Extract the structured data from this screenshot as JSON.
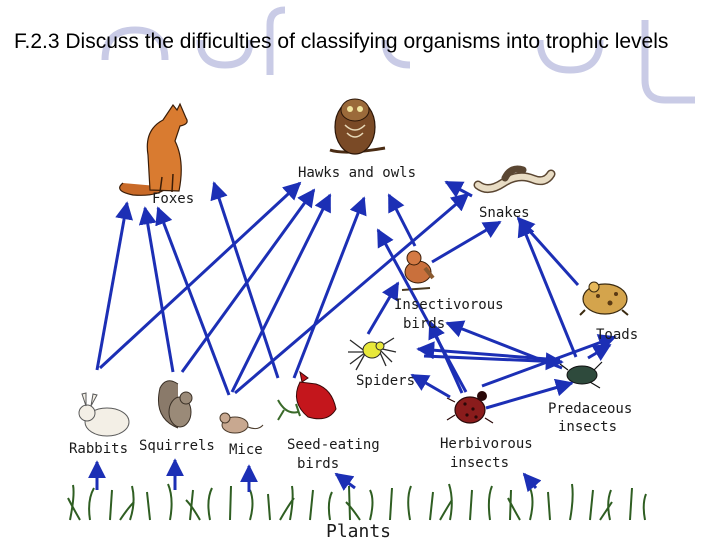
{
  "slide": {
    "title": "F.2.3 Discuss the difficulties of classifying organisms into trophic levels"
  },
  "food_web": {
    "organisms": {
      "foxes": "Foxes",
      "hawks": "Hawks and owls",
      "snakes": "Snakes",
      "insectivorous_line1": "Insectivorous",
      "insectivorous_line2": "birds",
      "toads": "Toads",
      "spiders": "Spiders",
      "predaceous_line1": "Predaceous",
      "predaceous_line2": "insects",
      "rabbits": "Rabbits",
      "squirrels": "Squirrels",
      "mice": "Mice",
      "seed_line1": "Seed-eating",
      "seed_line2": "birds",
      "herbivorous_line1": "Herbivorous",
      "herbivorous_line2": "insects",
      "plants": "Plants"
    },
    "arrow_color": "#1c2fb5"
  }
}
